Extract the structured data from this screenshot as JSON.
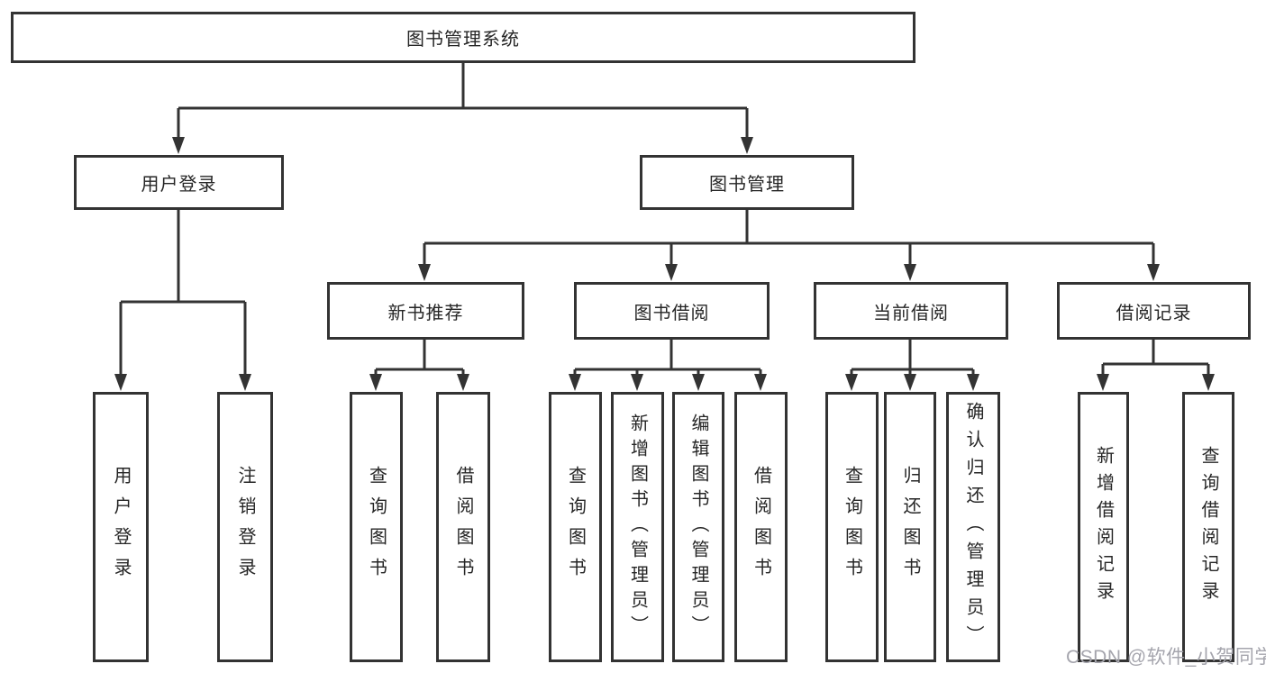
{
  "colors": {
    "line": "#333333",
    "text": "#262626",
    "watermark": "#a5a5ad",
    "background": "#ffffff"
  },
  "watermark": {
    "text": "CSDN @软件_小贺同学"
  },
  "tree": {
    "root": {
      "label": "图书管理系统"
    },
    "children": [
      {
        "label": "用户登录",
        "children": [
          {
            "label": "用户登录"
          },
          {
            "label": "注销登录"
          }
        ]
      },
      {
        "label": "图书管理",
        "children": [
          {
            "label": "新书推荐",
            "children": [
              {
                "label": "查询图书"
              },
              {
                "label": "借阅图书"
              }
            ]
          },
          {
            "label": "图书借阅",
            "children": [
              {
                "label": "查询图书"
              },
              {
                "label": "新增图书（管理员）"
              },
              {
                "label": "编辑图书（管理员）"
              },
              {
                "label": "借阅图书"
              }
            ]
          },
          {
            "label": "当前借阅",
            "children": [
              {
                "label": "查询图书"
              },
              {
                "label": "归还图书"
              },
              {
                "label": "确认归还（管理员）"
              }
            ]
          },
          {
            "label": "借阅记录",
            "children": [
              {
                "label": "新增借阅记录"
              },
              {
                "label": "查询借阅记录"
              }
            ]
          }
        ]
      }
    ]
  }
}
